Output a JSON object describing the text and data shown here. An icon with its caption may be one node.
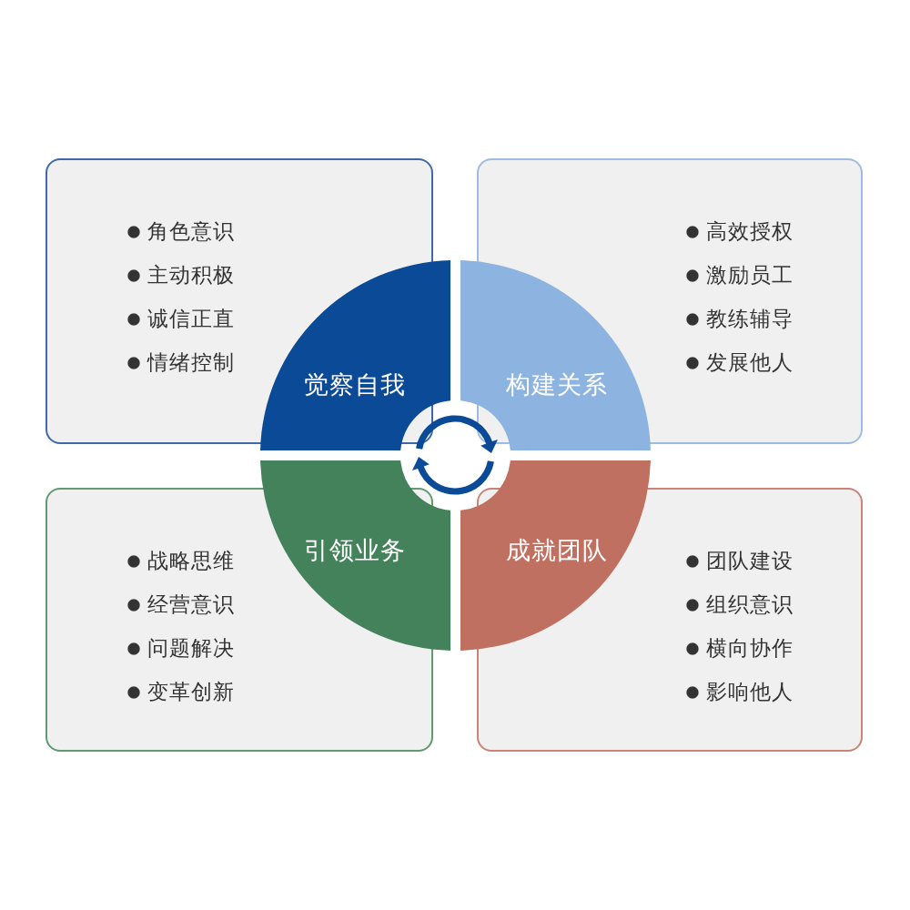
{
  "diagram": {
    "nodes": [
      {
        "text": [
          "角色意识",
          "主动积极",
          "诚信正直",
          "情绪控制"
        ]
      },
      {
        "text": [
          "高效授权",
          "激励员工",
          "教练辅导",
          "发展他人"
        ]
      },
      {
        "text": [
          "战略思维",
          "经营意识",
          "问题解决",
          "变革创新"
        ]
      },
      {
        "text": [
          "团队建设",
          "组织意识",
          "横向协作",
          "影响他人"
        ]
      },
      {
        "text": [
          "觉察自我"
        ]
      },
      {
        "text": [
          "构建关系"
        ]
      },
      {
        "text": [
          "引领业务"
        ]
      },
      {
        "text": [
          "成就团队"
        ]
      }
    ]
  }
}
